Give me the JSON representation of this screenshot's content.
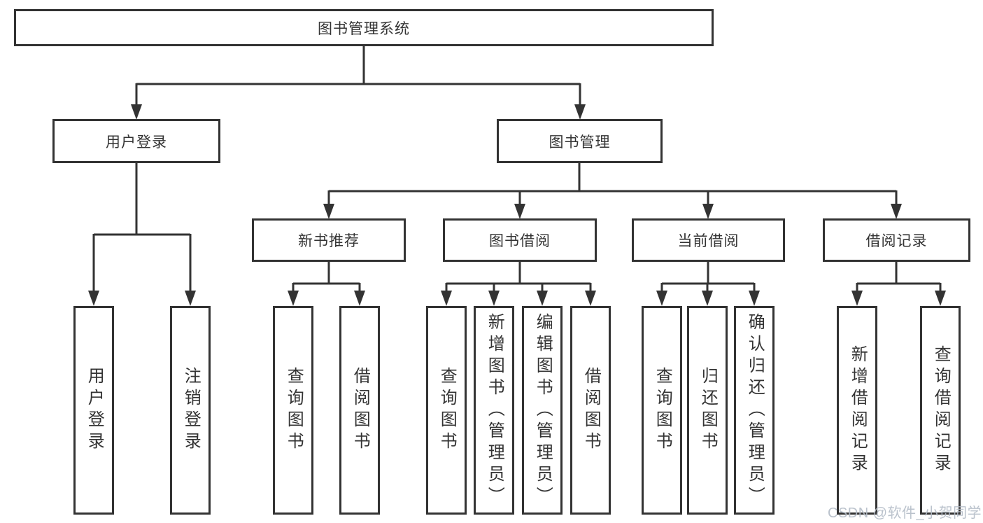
{
  "diagram": {
    "type": "hierarchy",
    "line_color": "#333333",
    "text_color": "#333333",
    "background": "#ffffff",
    "tree": {
      "label": "图书管理系统",
      "children": [
        {
          "label": "用户登录",
          "children": [
            {
              "label": "用户登录"
            },
            {
              "label": "注销登录"
            }
          ]
        },
        {
          "label": "图书管理",
          "children": [
            {
              "label": "新书推荐",
              "children": [
                {
                  "label": "查询图书"
                },
                {
                  "label": "借阅图书"
                }
              ]
            },
            {
              "label": "图书借阅",
              "children": [
                {
                  "label": "查询图书"
                },
                {
                  "label": "新增图书（管理员）"
                },
                {
                  "label": "编辑图书（管理员）"
                },
                {
                  "label": "借阅图书"
                }
              ]
            },
            {
              "label": "当前借阅",
              "children": [
                {
                  "label": "查询图书"
                },
                {
                  "label": "归还图书"
                },
                {
                  "label": "确认归还（管理员）"
                }
              ]
            },
            {
              "label": "借阅记录",
              "children": [
                {
                  "label": "新增借阅记录"
                },
                {
                  "label": "查询借阅记录"
                }
              ]
            }
          ]
        }
      ]
    }
  },
  "watermark": {
    "text": "CSDN @软件_小贺同学",
    "color": "#b2bbc6"
  }
}
